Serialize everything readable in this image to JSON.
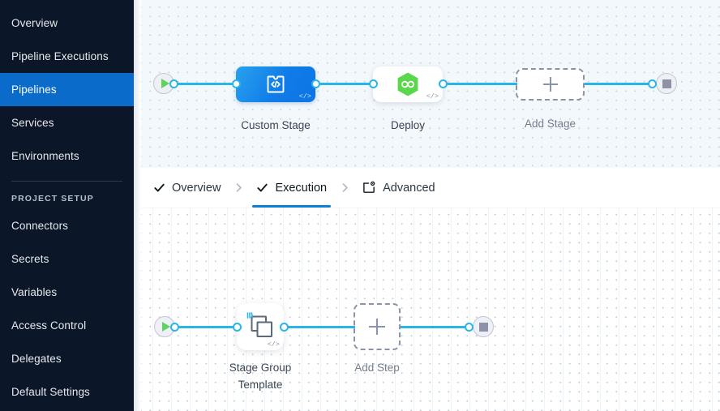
{
  "sidebar": {
    "items": [
      {
        "label": "Overview",
        "active": false
      },
      {
        "label": "Pipeline Executions",
        "active": false
      },
      {
        "label": "Pipelines",
        "active": true
      },
      {
        "label": "Services",
        "active": false
      },
      {
        "label": "Environments",
        "active": false
      }
    ],
    "section_title": "PROJECT SETUP",
    "project_items": [
      {
        "label": "Connectors"
      },
      {
        "label": "Secrets"
      },
      {
        "label": "Variables"
      },
      {
        "label": "Access Control"
      },
      {
        "label": "Delegates"
      },
      {
        "label": "Default Settings"
      }
    ],
    "colors": {
      "background": "#0b1628",
      "active_background": "#0b6bcb",
      "text": "#e7eaee"
    }
  },
  "tabs": {
    "items": [
      {
        "label": "Overview",
        "icon": "check-icon",
        "active": false,
        "completed": true
      },
      {
        "label": "Execution",
        "icon": "check-icon",
        "active": true,
        "completed": true
      },
      {
        "label": "Advanced",
        "icon": "advanced-settings-icon",
        "active": false,
        "completed": false
      }
    ],
    "separator_icon": "chevron-right-icon",
    "active_underline_color": "#0b7fd4"
  },
  "stage_canvas": {
    "start_node": {
      "name": "pipeline-start",
      "icon": "play-icon"
    },
    "end_node": {
      "name": "pipeline-end",
      "icon": "stop-icon"
    },
    "nodes": [
      {
        "label": "Custom Stage",
        "icon": "custom-stage-code-icon",
        "type": "stage",
        "style": "blue",
        "code_badge": "</>"
      },
      {
        "label": "Deploy",
        "icon": "deploy-hexagon-icon",
        "type": "stage",
        "style": "white",
        "code_badge": "</>"
      }
    ],
    "add_node": {
      "label": "Add Stage",
      "icon": "plus-icon"
    },
    "connector_color": "#29b5e8"
  },
  "step_canvas": {
    "start_node": {
      "name": "execution-start",
      "icon": "play-icon"
    },
    "end_node": {
      "name": "execution-end",
      "icon": "stop-icon"
    },
    "nodes": [
      {
        "label": "Stage Group\nTemplate",
        "icon": "template-layers-icon",
        "type": "step",
        "style": "white",
        "code_badge": "</>"
      }
    ],
    "add_node": {
      "label": "Add Step",
      "icon": "plus-icon"
    },
    "connector_color": "#29b5e8"
  }
}
